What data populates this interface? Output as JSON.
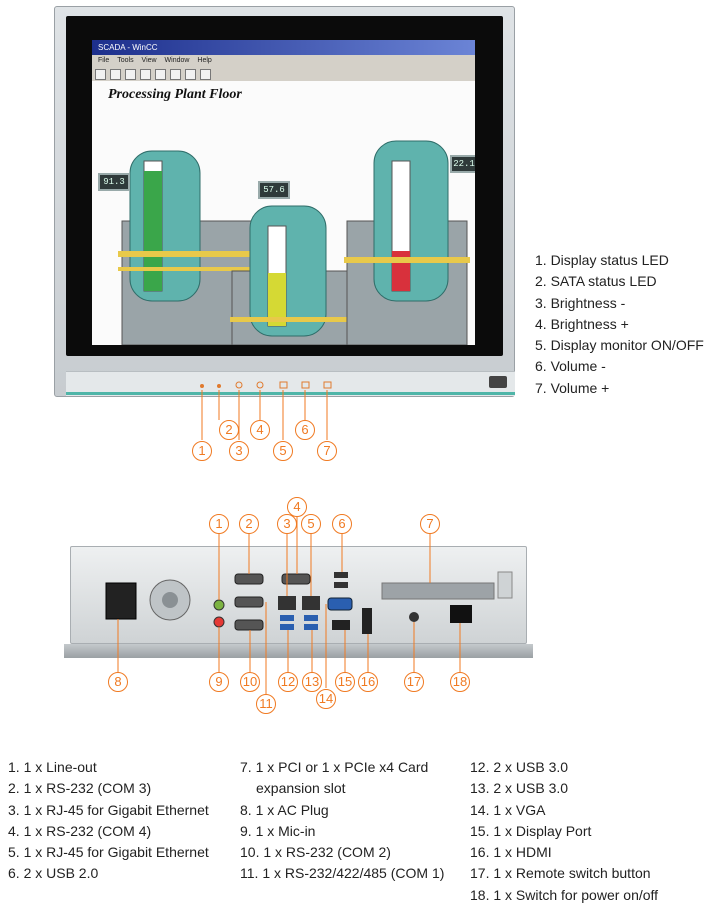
{
  "front_view": {
    "window_title": "SCADA - WinCC",
    "menu_items": [
      "File",
      "Tools",
      "View",
      "Window",
      "Help"
    ],
    "screen_title": "Processing Plant Floor",
    "readouts": [
      "91.3",
      "57.6",
      "22.1"
    ],
    "callouts": [
      "1",
      "2",
      "3",
      "4",
      "5",
      "6",
      "7"
    ],
    "legend": [
      "1. Display status LED",
      "2. SATA status LED",
      "3. Brightness -",
      "4. Brightness +",
      "5. Display monitor ON/OFF",
      "6. Volume -",
      "7. Volume +"
    ]
  },
  "rear_view": {
    "callouts_top": [
      "1",
      "2",
      "3",
      "4",
      "5",
      "6",
      "7"
    ],
    "callouts_bottom": [
      "8",
      "9",
      "10",
      "11",
      "12",
      "13",
      "14",
      "15",
      "16",
      "17",
      "18"
    ],
    "legend_col1": [
      "1. 1 x Line-out",
      "2. 1 x RS-232 (COM 3)",
      "3. 1 x RJ-45 for Gigabit Ethernet",
      "4. 1 x RS-232 (COM 4)",
      "5. 1 x RJ-45 for Gigabit Ethernet",
      "6. 2 x USB 2.0"
    ],
    "legend_col2": [
      "7. 1 x PCI or 1 x PCIe x4 Card",
      "expansion slot",
      "8. 1 x AC Plug",
      "9. 1 x Mic-in",
      "10. 1 x RS-232 (COM 2)",
      "11. 1 x RS-232/422/485 (COM 1)"
    ],
    "legend_col3": [
      "12. 2 x USB 3.0",
      "13. 2 x USB 3.0",
      "14. 1 x VGA",
      "15. 1 x Display Port",
      "16. 1 x HDMI",
      "17. 1 x Remote switch button",
      "18. 1 x Switch for power on/off"
    ]
  },
  "colors": {
    "callout": "#f07a22",
    "tank": "#5fb3ad",
    "level_green": "#3aa64a",
    "level_yellow": "#d5d934",
    "level_red": "#d8313c",
    "accent_line": "#4fb5a8"
  }
}
